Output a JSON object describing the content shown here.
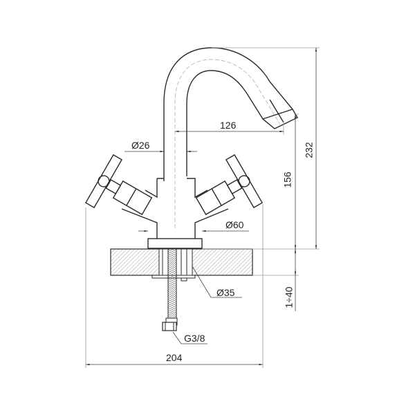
{
  "drawing": {
    "subject": "Two-handle basin mixer tap technical drawing",
    "dimensions": {
      "spout_reach": "126",
      "spout_diameter": "Ø26",
      "total_height": "232",
      "spout_outlet_height": "156",
      "base_diameter": "Ø60",
      "mounting_hole_diameter": "Ø35",
      "countertop_thickness": "1÷40",
      "connection_thread": "G3/8",
      "overall_width": "204"
    },
    "colors": {
      "outline": "#2a2a2a",
      "dimension_line": "#9a9a9a",
      "centerline": "#b0b0b0",
      "hatch": "#8a8a8a"
    }
  }
}
